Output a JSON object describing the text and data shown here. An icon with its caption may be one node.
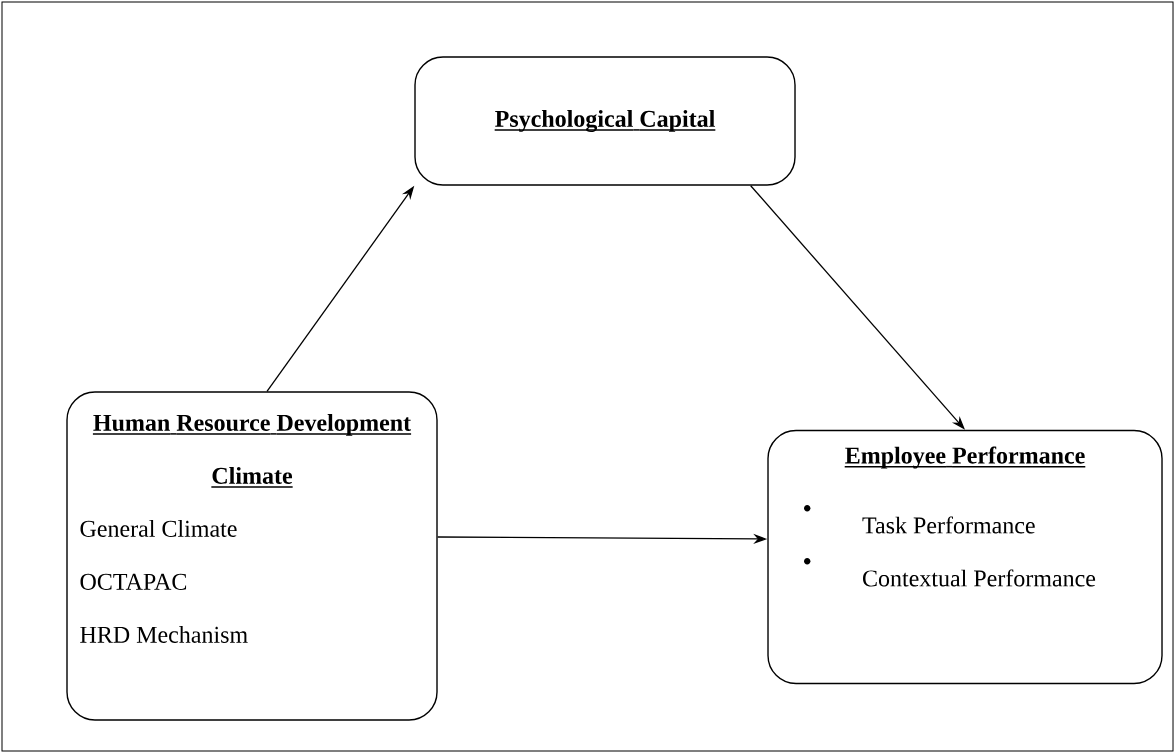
{
  "diagram": {
    "nodes": [
      {
        "text": [
          "Psychological Capital"
        ]
      },
      {
        "text": [
          "Human Resource Development Climate",
          "General Climate",
          "OCTAPAC",
          "HRD Mechanism"
        ]
      },
      {
        "text": [
          "Employee Performance",
          "Task Performance",
          "Contextual Performance"
        ]
      }
    ],
    "edges": [
      {
        "from": 1,
        "to": 0,
        "arrow": "to"
      },
      {
        "from": 0,
        "to": 2,
        "arrow": "to"
      },
      {
        "from": 1,
        "to": 2,
        "arrow": "to"
      }
    ]
  }
}
